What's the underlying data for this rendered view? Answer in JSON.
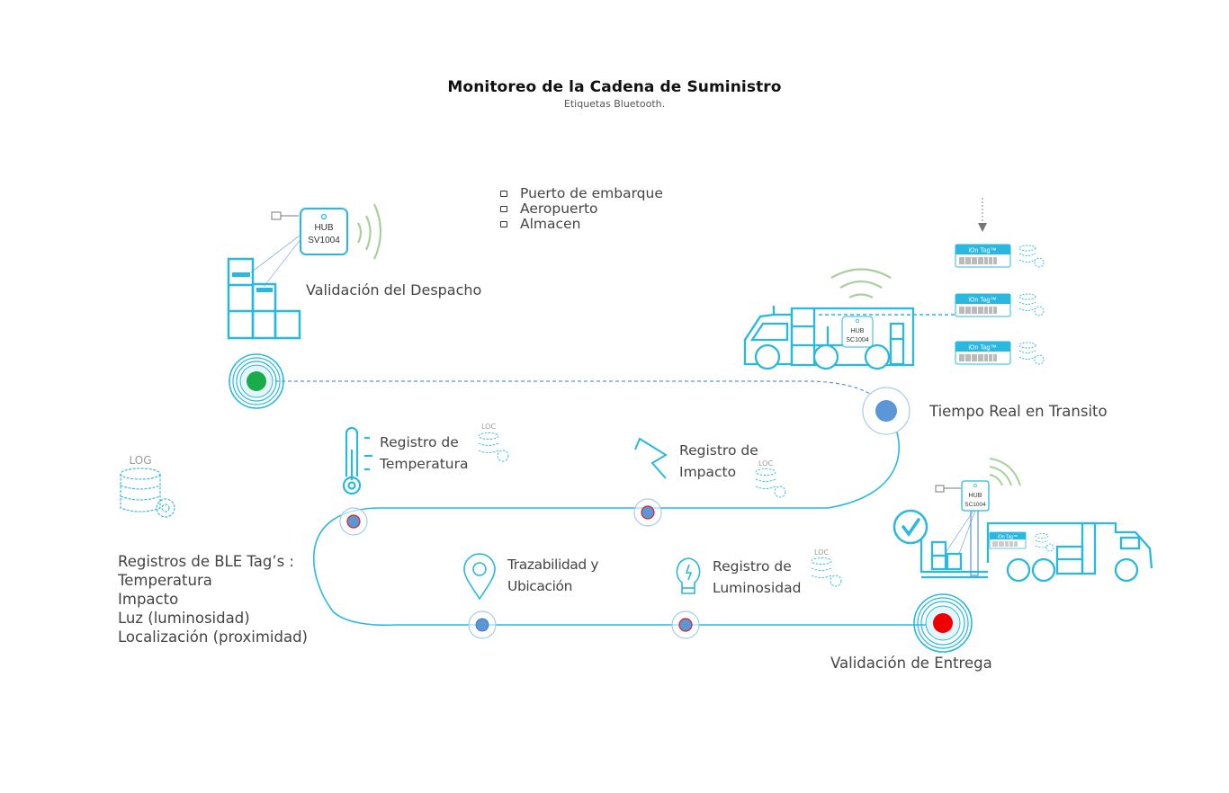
{
  "header": {
    "title": "Monitoreo de la Cadena de Suministro",
    "subtitle": "Etiquetas Bluetooth."
  },
  "locations": [
    "Puerto de embarque",
    "Aeropuerto",
    "Almacen"
  ],
  "stages": {
    "dispatch": {
      "label": "Validación del Despacho",
      "hub": [
        "HUB",
        "SV1004"
      ],
      "status_color": "#1aab4b"
    },
    "transit": {
      "label": "Tiempo Real en Transito",
      "hub": [
        "HUB",
        "SC1004"
      ],
      "tag_label": "iOn Tag™"
    },
    "temperature": {
      "label_line1": "Registro de",
      "label_line2": "Temperatura",
      "log_label": "LOC"
    },
    "impact": {
      "label_line1": "Registro de",
      "label_line2": "Impacto",
      "log_label": "LOC"
    },
    "tracking": {
      "label_line1": "Trazabilidad y",
      "label_line2": "Ubicación"
    },
    "luminosity": {
      "label_line1": "Registro de",
      "label_line2": "Luminosidad",
      "log_label": "LOC"
    },
    "delivery": {
      "label": "Validación de Entrega",
      "hub": [
        "HUB",
        "SC1004"
      ],
      "tag_label": "iOn Tag™",
      "status_color": "#ee0000"
    }
  },
  "log_summary": {
    "icon_label": "LOG",
    "title": "Registros de BLE Tag’s :",
    "items": [
      "Temperatura",
      "Impacto",
      "Luz (luminosidad)",
      "Localización (proximidad)"
    ]
  },
  "colors": {
    "accent": "#29b8e0",
    "wifi": "#a9cf9a",
    "node_fill": "#5b96d6",
    "node_alert": "#e02020",
    "start": "#1aab4b",
    "end": "#ee0000"
  }
}
